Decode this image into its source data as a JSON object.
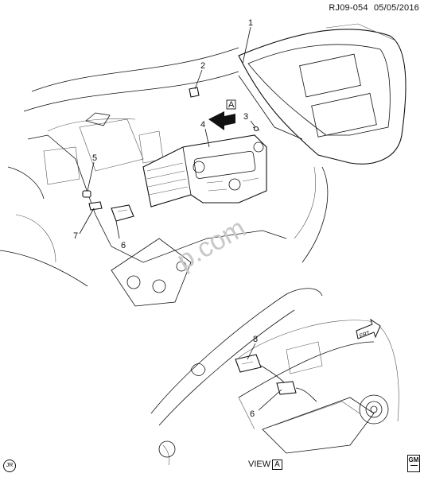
{
  "header": {
    "ref_id": "RJ09-054",
    "date": "05/05/2016"
  },
  "callouts": [
    "1",
    "2",
    "3",
    "4",
    "5",
    "6",
    "7",
    "8",
    "6"
  ],
  "view_marker": {
    "label": "A"
  },
  "frt_label": "FRT",
  "view_caption": {
    "text": "VIEW",
    "letter": "A"
  },
  "corner_mark": "JR",
  "logo": {
    "top": "GM",
    "bottom": ""
  },
  "watermark": "p.com"
}
